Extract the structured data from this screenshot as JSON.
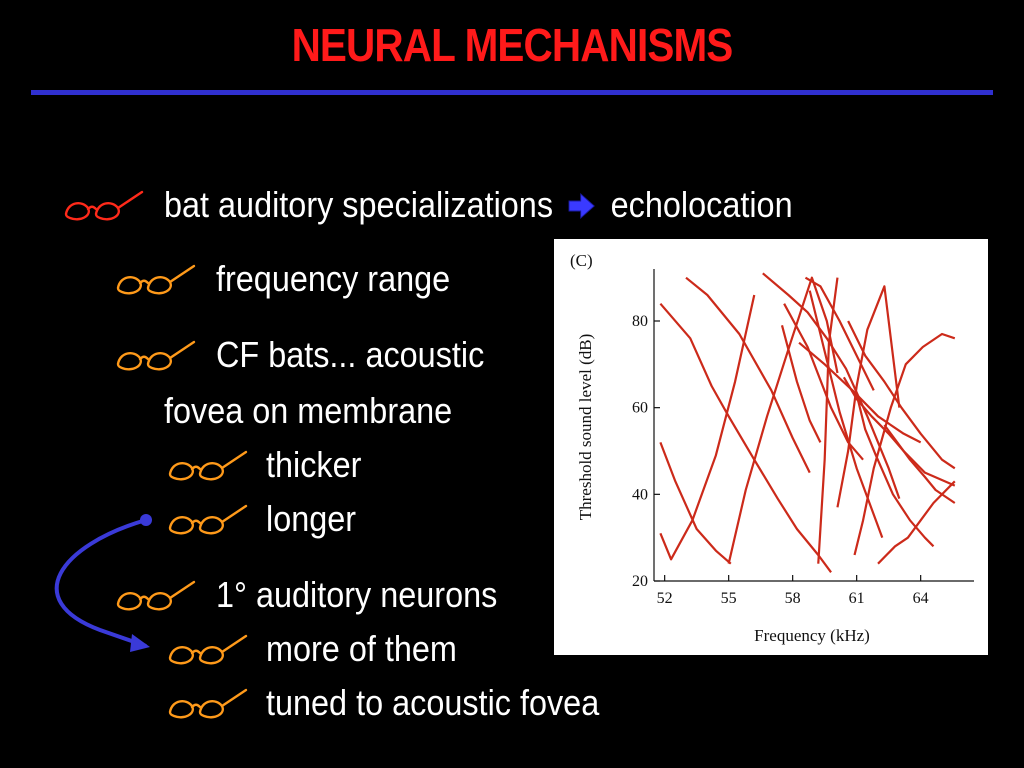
{
  "slide": {
    "title": "NEURAL MECHANISMS",
    "accent_color": "#ff1a1a",
    "rule_color": "#3030d0",
    "bullets": {
      "b1_prefix": "bat auditory specializations",
      "b1_arrow_icon": "right-arrow-icon",
      "b1_suffix": "echolocation",
      "b2": "frequency range",
      "b3_line1": "CF bats... acoustic",
      "b3_line2": "fovea on membrane",
      "b4": "thicker",
      "b5": "longer",
      "b6": "1° auditory neurons",
      "b7": "more of them",
      "b8": "tuned to acoustic fovea"
    },
    "bullet_icon": "eyeglasses-icon"
  },
  "figure": {
    "panel_label": "(C)"
  },
  "chart_data": {
    "type": "line",
    "xlabel": "Frequency (kHz)",
    "ylabel": "Threshold sound level (dB)",
    "xlim": [
      51.5,
      66.5
    ],
    "ylim": [
      20,
      92
    ],
    "x_ticks": [
      52,
      55,
      58,
      61,
      64
    ],
    "y_ticks": [
      20,
      40,
      60,
      80
    ],
    "line_color": "#cc2a1a",
    "series": [
      {
        "x": [
          51.8,
          53.2,
          54.2,
          55.0,
          56.2,
          57.3,
          58.2,
          59.2,
          59.8
        ],
        "y": [
          84,
          76,
          65,
          58,
          48,
          39,
          32,
          26,
          22
        ]
      },
      {
        "x": [
          53.0,
          54.0,
          55.5,
          57.0,
          58.0,
          58.8
        ],
        "y": [
          90,
          86,
          77,
          64,
          53,
          45
        ]
      },
      {
        "x": [
          51.8,
          52.3,
          53.3,
          54.4,
          55.3,
          56.2
        ],
        "y": [
          31,
          25,
          34,
          49,
          66,
          86
        ]
      },
      {
        "x": [
          51.8,
          52.5,
          53.5,
          54.4,
          55.1
        ],
        "y": [
          52,
          43,
          32,
          27,
          24
        ]
      },
      {
        "x": [
          55.0,
          55.8,
          56.8,
          57.9,
          58.9,
          59.6,
          60.1
        ],
        "y": [
          24,
          41,
          58,
          75,
          90,
          80,
          68
        ]
      },
      {
        "x": [
          57.5,
          58.2,
          58.8,
          59.3
        ],
        "y": [
          79,
          66,
          57,
          52
        ]
      },
      {
        "x": [
          56.6,
          57.8,
          58.7,
          59.6,
          60.5,
          61.5,
          62.5,
          63.0
        ],
        "y": [
          91,
          86,
          82,
          76,
          69,
          58,
          46,
          39
        ]
      },
      {
        "x": [
          58.8,
          59.5,
          60.2,
          61.0,
          61.6,
          62.2
        ],
        "y": [
          87,
          73,
          59,
          46,
          38,
          30
        ]
      },
      {
        "x": [
          57.6,
          58.7,
          59.8,
          60.6,
          61.3
        ],
        "y": [
          84,
          74,
          60,
          52,
          48
        ]
      },
      {
        "x": [
          58.3,
          59.5,
          60.8,
          62.0,
          63.2,
          64.0
        ],
        "y": [
          75,
          70,
          64,
          58,
          54,
          52
        ]
      },
      {
        "x": [
          60.1,
          60.6,
          61.0,
          61.5,
          62.3,
          63.0
        ],
        "y": [
          37,
          50,
          65,
          78,
          88,
          60
        ]
      },
      {
        "x": [
          60.4,
          61.0,
          61.7,
          62.5,
          63.2,
          64.2,
          65.6
        ],
        "y": [
          67,
          62,
          58,
          54,
          50,
          45,
          42
        ]
      },
      {
        "x": [
          60.9,
          61.3,
          61.8,
          62.6,
          63.3,
          64.1,
          65.0,
          65.6
        ],
        "y": [
          26,
          34,
          46,
          60,
          70,
          74,
          77,
          76
        ]
      },
      {
        "x": [
          61.0,
          61.4,
          61.9,
          62.7,
          63.5,
          64.2,
          64.6
        ],
        "y": [
          63,
          55,
          49,
          40,
          34,
          30,
          28
        ]
      },
      {
        "x": [
          62.3,
          62.9,
          63.5,
          64.2,
          64.7,
          65.6
        ],
        "y": [
          56,
          52,
          48,
          44,
          41,
          38
        ]
      },
      {
        "x": [
          62.0,
          62.8,
          63.4,
          64.0,
          64.6,
          65.6
        ],
        "y": [
          24,
          28,
          30,
          34,
          38,
          43
        ]
      },
      {
        "x": [
          60.6,
          61.4,
          62.3,
          63.1,
          64.0,
          65.0,
          65.6
        ],
        "y": [
          80,
          72,
          66,
          60,
          54,
          48,
          46
        ]
      },
      {
        "x": [
          59.2,
          59.5,
          59.7,
          60.1
        ],
        "y": [
          24,
          48,
          75,
          90
        ]
      },
      {
        "x": [
          58.6,
          59.3,
          60.2,
          61.0,
          61.8
        ],
        "y": [
          90,
          88,
          80,
          72,
          64
        ]
      }
    ]
  }
}
